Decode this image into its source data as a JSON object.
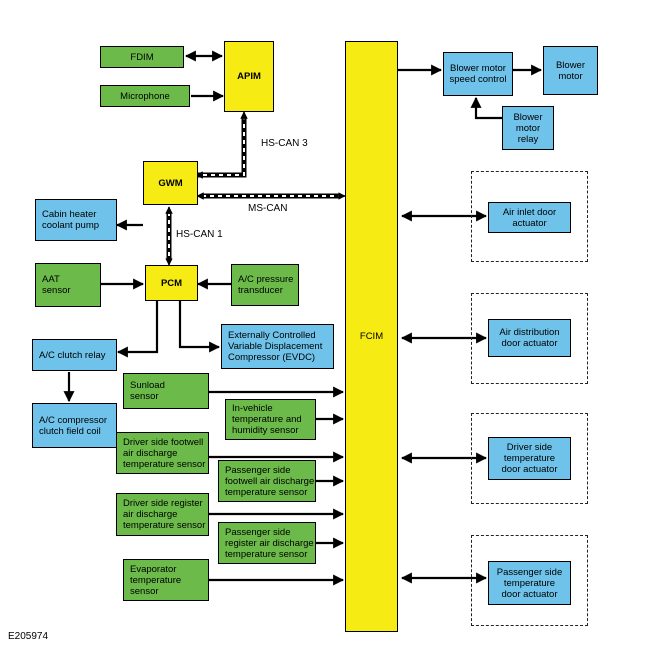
{
  "modules": {
    "fdim": "FDIM",
    "microphone": "Microphone",
    "apim": "APIM",
    "gwm": "GWM",
    "pcm": "PCM",
    "fcim": "FCIM",
    "cabin_heater_pump": "Cabin heater\ncoolant pump",
    "aat_sensor": "AAT\nsensor",
    "ac_pressure": "A/C pressure\ntransducer",
    "evdc": "Externally Controlled\nVariable Displacement\nCompressor (EVDC)",
    "ac_clutch_relay": "A/C clutch relay",
    "ac_compressor_coil": "A/C compressor\nclutch field coil",
    "sunload": "Sunload\nsensor",
    "invehicle_temp": "In-vehicle\ntemperature and\nhumidity sensor",
    "driver_footwell": "Driver side footwell\nair discharge\ntemperature sensor",
    "passenger_footwell": "Passenger side\nfootwell air discharge\ntemperature sensor",
    "driver_register": "Driver side register\nair discharge\ntemperature sensor",
    "passenger_register": "Passenger side\nregister air discharge\ntemperature sensor",
    "evaporator": "Evaporator\ntemperature\nsensor",
    "blower_speed_control": "Blower motor\nspeed control",
    "blower_motor": "Blower\nmotor",
    "blower_relay": "Blower\nmotor\nrelay",
    "air_inlet": "Air inlet door\nactuator",
    "air_distribution": "Air distribution\ndoor actuator",
    "driver_temp_door": "Driver side\ntemperature\ndoor actuator",
    "passenger_temp_door": "Passenger side\ntemperature\ndoor actuator"
  },
  "buses": {
    "hs_can_3": "HS-CAN 3",
    "ms_can": "MS-CAN",
    "hs_can_1": "HS-CAN 1"
  },
  "figure_id": "E205974",
  "colors": {
    "input_sensor": "#6cbb4a",
    "output_actuator": "#6fc3ea",
    "module": "#f6ec14"
  }
}
